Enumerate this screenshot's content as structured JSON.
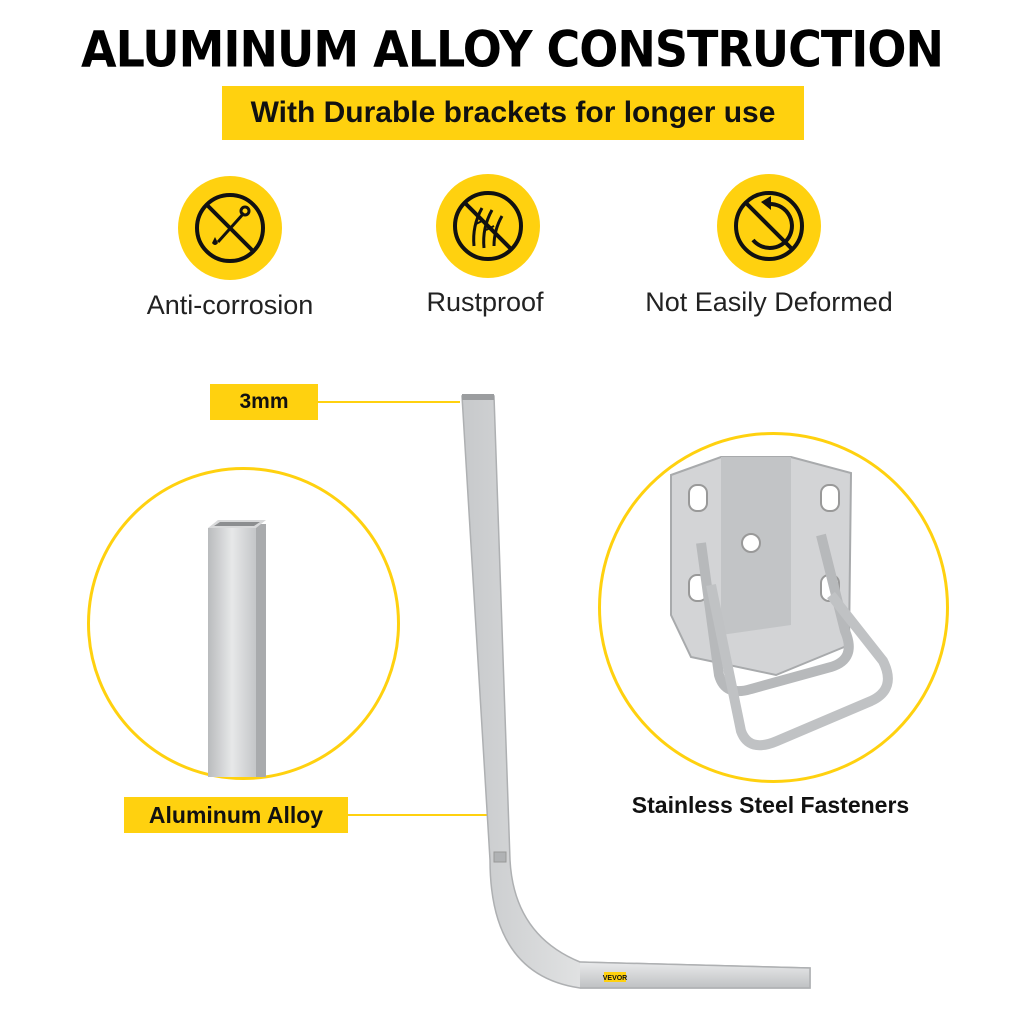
{
  "header": {
    "title": "ALUMINUM ALLOY CONSTRUCTION",
    "subtitle": "With Durable brackets for longer use"
  },
  "features": [
    {
      "icon": "no-corrosion-icon",
      "label": "Anti-corrosion"
    },
    {
      "icon": "no-rust-icon",
      "label": "Rustproof"
    },
    {
      "icon": "no-deform-icon",
      "label": "Not Easily Deformed"
    }
  ],
  "callouts": {
    "thickness": "3mm",
    "material": "Aluminum Alloy",
    "fasteners": "Stainless Steel Fasteners"
  },
  "brand_mark": "VEVOR",
  "colors": {
    "accent": "#ffd10f",
    "metal": "#c9cbcd",
    "text": "#111111"
  }
}
